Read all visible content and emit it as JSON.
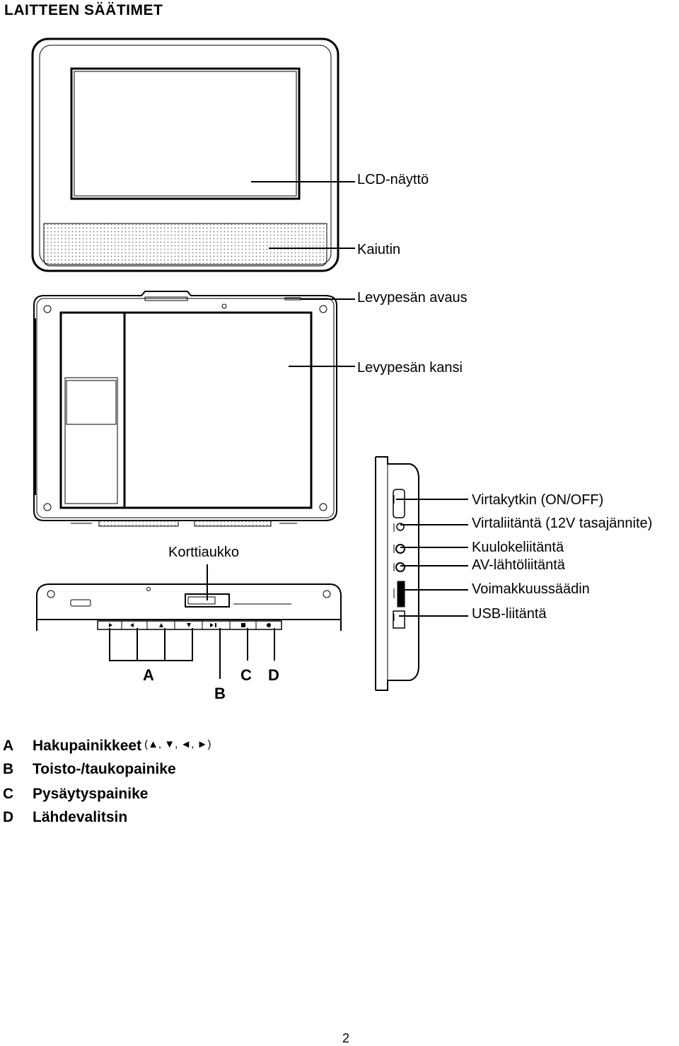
{
  "title": "LAITTEEN SÄÄTIMET",
  "labels": {
    "lcd": "LCD-näyttö",
    "speaker": "Kaiutin",
    "disc_open": "Levypesän avaus",
    "disc_cover": "Levypesän kansi",
    "power_switch": "Virtakytkin (ON/OFF)",
    "power_input": "Virtaliitäntä (12V tasajännite)",
    "card_slot": "Korttiaukko",
    "headphone": "Kuulokeliitäntä",
    "av_out": "AV-lähtöliitäntä",
    "volume": "Voimakkuussäädin",
    "usb": "USB-liitäntä"
  },
  "letters": {
    "a": "A",
    "b": "B",
    "c": "C",
    "d": "D"
  },
  "legend": [
    {
      "key": "A",
      "text": "Hakupainikkeet",
      "symbols": "(▲, ▼, ◄, ►)"
    },
    {
      "key": "B",
      "text": "Toisto-/taukopainike"
    },
    {
      "key": "C",
      "text": "Pysäytyspainike"
    },
    {
      "key": "D",
      "text": "Lähdevalitsin"
    }
  ],
  "page_number": "2"
}
